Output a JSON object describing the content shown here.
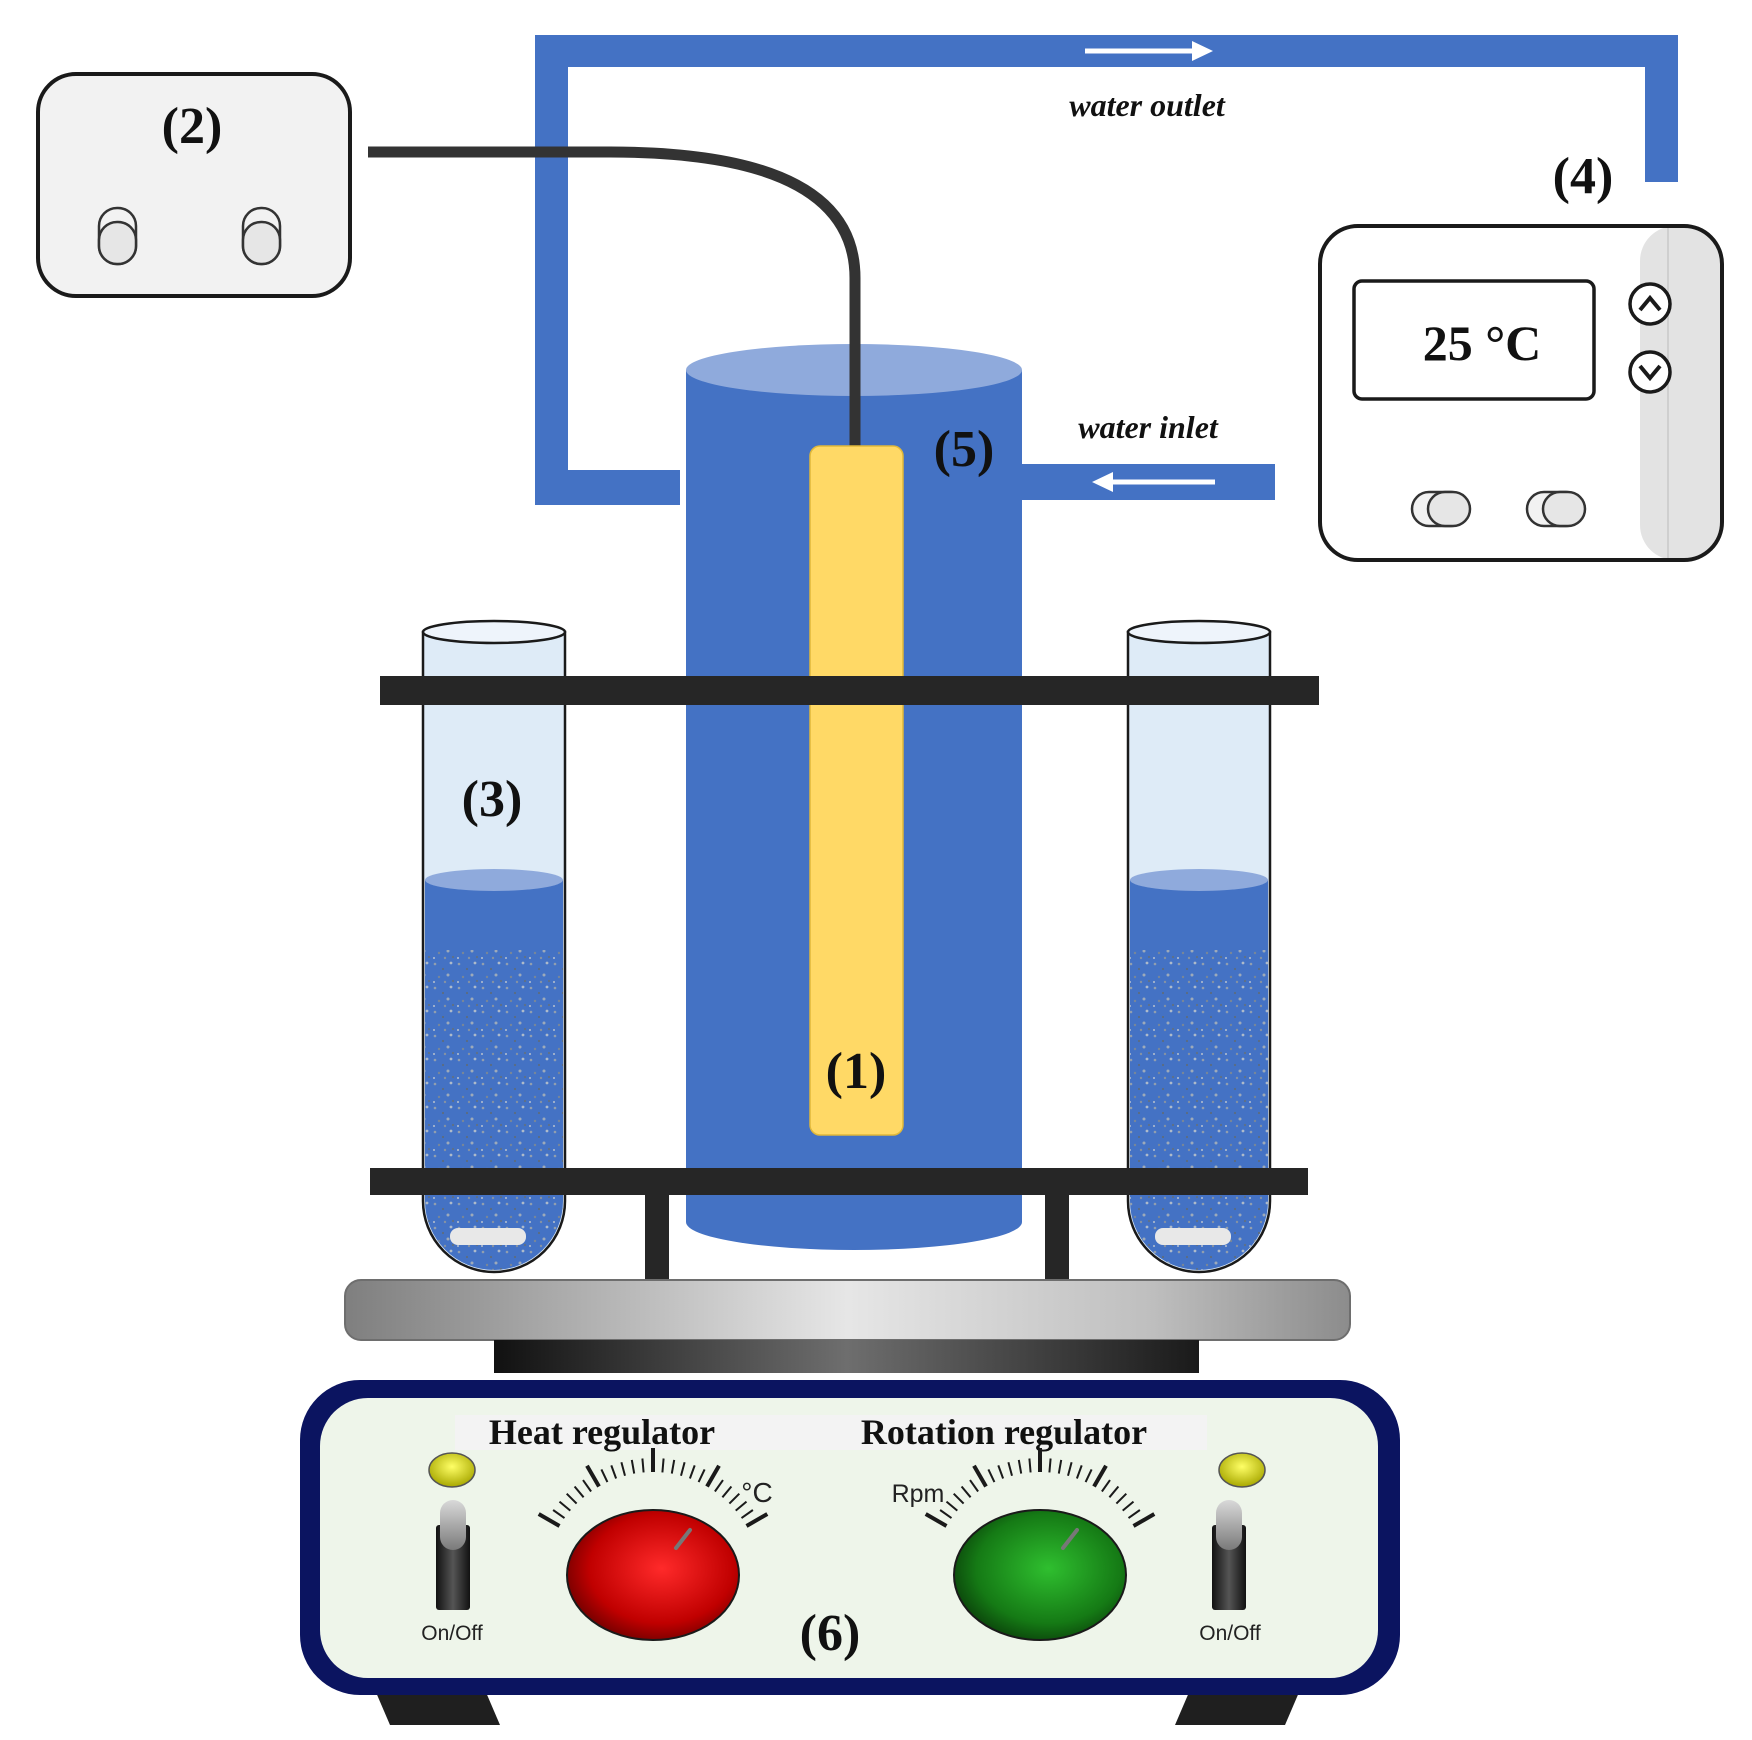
{
  "labels": {
    "electrode": "(1)",
    "power_unit": "(2)",
    "test_tube": "(3)",
    "thermostat": "(4)",
    "water_jacket": "(5)",
    "stirrer": "(6)"
  },
  "flow": {
    "outlet": "water outlet",
    "inlet": "water inlet"
  },
  "thermostat": {
    "display": "25 °C"
  },
  "stirrer": {
    "heat_title": "Heat regulator",
    "rotation_title": "Rotation regulator",
    "heat_unit": "°C",
    "rotation_unit": "Rpm",
    "switch_left": "On/Off",
    "switch_right": "On/Off"
  },
  "colors": {
    "water": "#4472c4",
    "water_light": "#8faadc",
    "electrode": "#ffd966",
    "rack": "#262626",
    "heat_knob": "#c00000",
    "rotation_knob": "#1a8a1a",
    "panel_border": "#0b1460",
    "panel_fill": "#eef5ea",
    "indicator": "#d6d600"
  },
  "icons": {
    "up": "chevron-up-icon",
    "down": "chevron-down-icon"
  }
}
